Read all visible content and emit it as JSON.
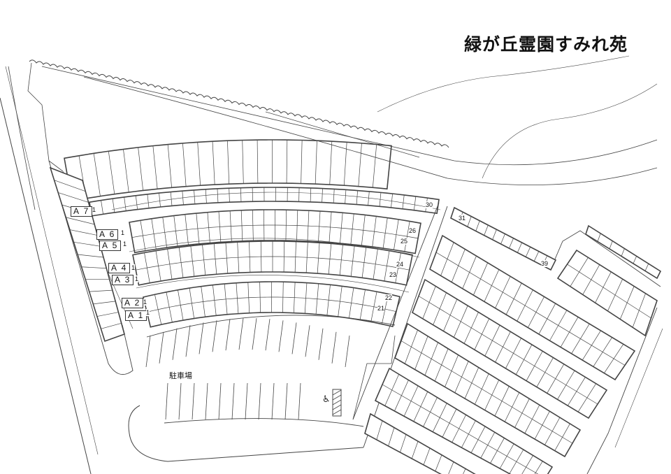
{
  "title": "緑が丘霊園すみれ苑",
  "blocks": [
    {
      "label": "A 7",
      "first": "1"
    },
    {
      "label": "A 6",
      "first": "1"
    },
    {
      "label": "A 5",
      "first": "1"
    },
    {
      "label": "A 4",
      "first": "1"
    },
    {
      "label": "A 3",
      "first": "1"
    },
    {
      "label": "A 2",
      "first": "1"
    },
    {
      "label": "A 1",
      "first": "1"
    }
  ],
  "plot_numbers": [
    "30",
    "26",
    "25",
    "24",
    "23",
    "22",
    "21",
    "31",
    "39"
  ],
  "parking_label": "駐車場",
  "icons": {
    "accessible_parking": "wheelchair-icon"
  },
  "colors": {
    "line": "#444444",
    "background": "#ffffff"
  }
}
